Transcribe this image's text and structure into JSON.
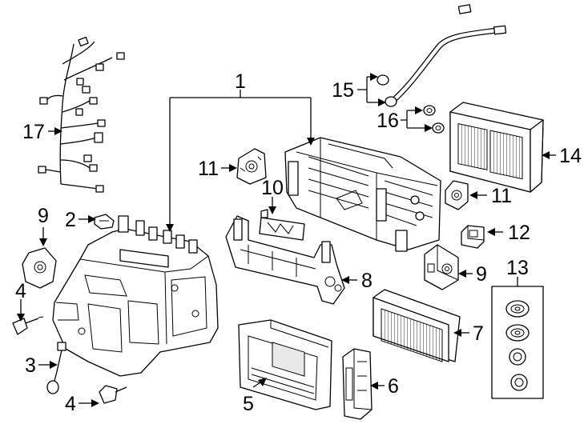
{
  "diagram": {
    "callouts": [
      {
        "id": "c1",
        "number": "1"
      },
      {
        "id": "c2",
        "number": "2"
      },
      {
        "id": "c3",
        "number": "3"
      },
      {
        "id": "c4a",
        "number": "4"
      },
      {
        "id": "c4b",
        "number": "4"
      },
      {
        "id": "c5",
        "number": "5"
      },
      {
        "id": "c6",
        "number": "6"
      },
      {
        "id": "c7",
        "number": "7"
      },
      {
        "id": "c8",
        "number": "8"
      },
      {
        "id": "c9a",
        "number": "9"
      },
      {
        "id": "c9b",
        "number": "9"
      },
      {
        "id": "c10",
        "number": "10"
      },
      {
        "id": "c11a",
        "number": "11"
      },
      {
        "id": "c11b",
        "number": "11"
      },
      {
        "id": "c12",
        "number": "12"
      },
      {
        "id": "c13",
        "number": "13"
      },
      {
        "id": "c14",
        "number": "14"
      },
      {
        "id": "c15",
        "number": "15"
      },
      {
        "id": "c16",
        "number": "16"
      },
      {
        "id": "c17",
        "number": "17"
      }
    ]
  }
}
